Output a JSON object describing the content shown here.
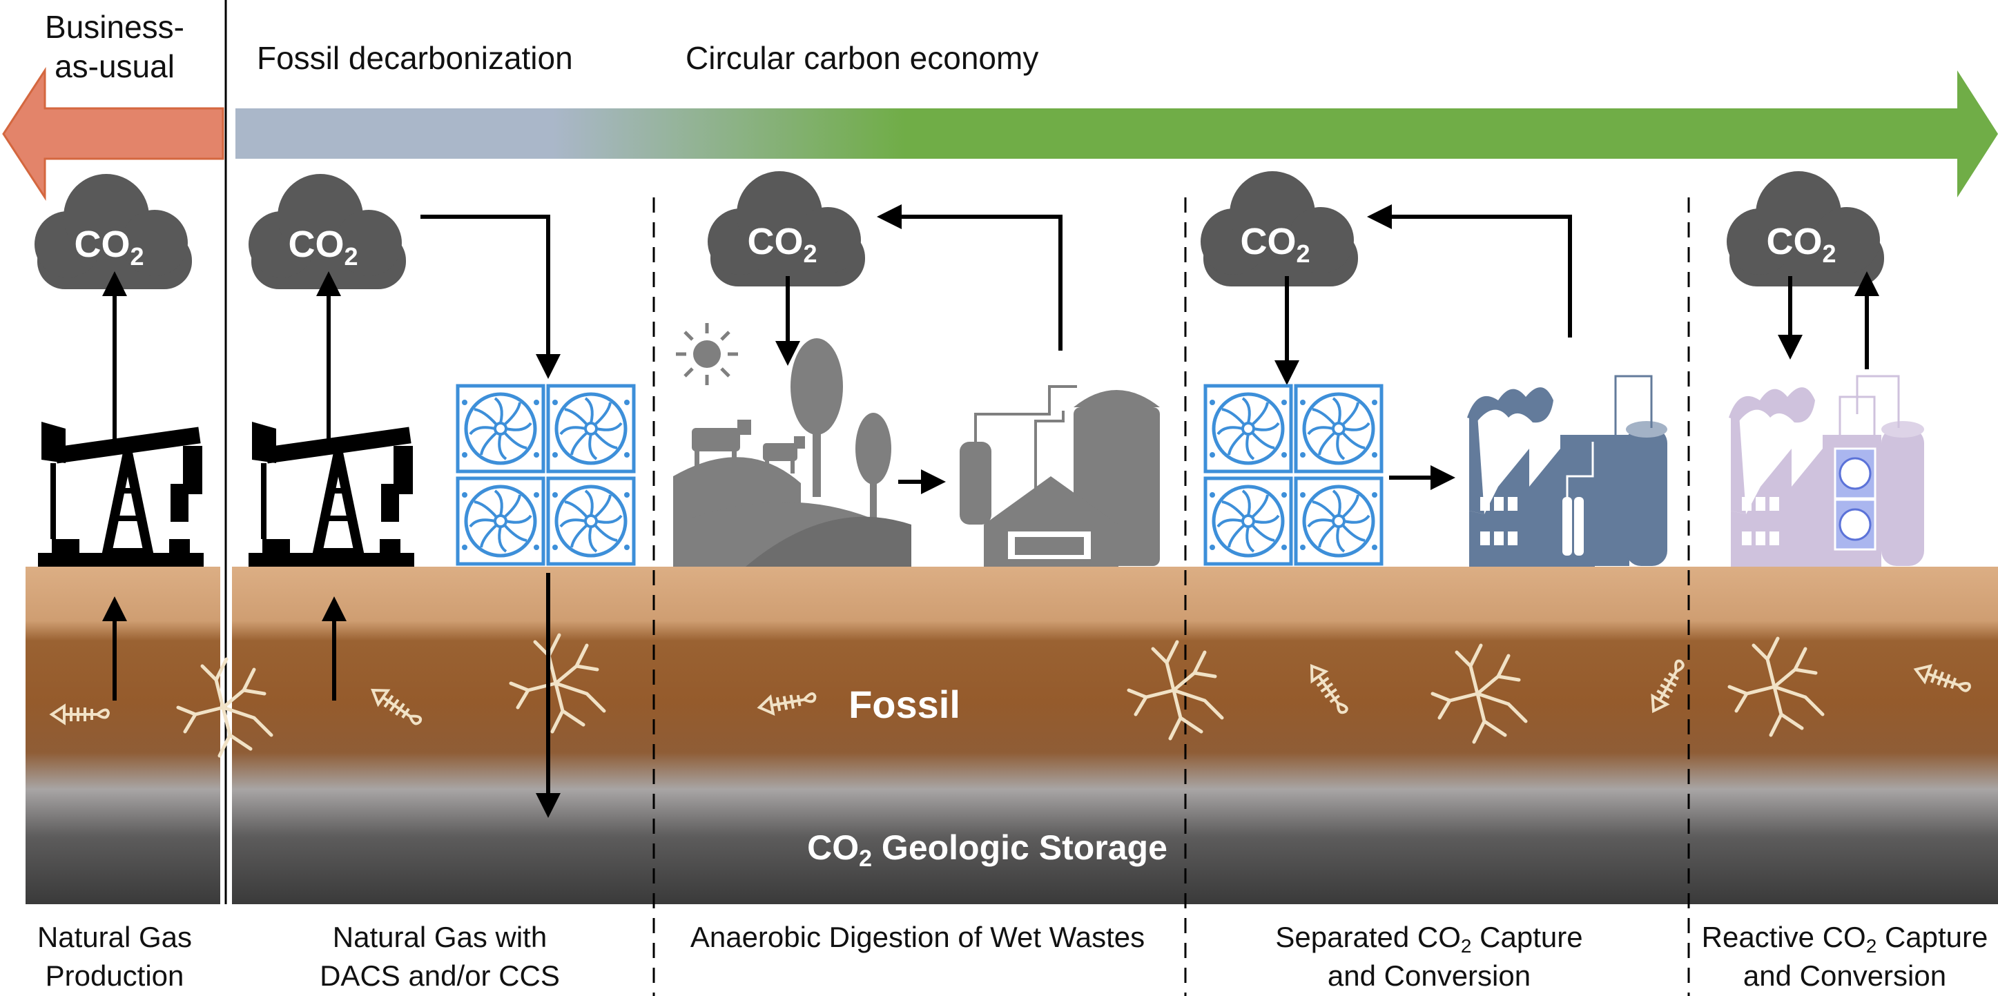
{
  "header": {
    "business_as_usual_line1": "Business-",
    "business_as_usual_line2": "as-usual",
    "fossil_decarbonization": "Fossil decarbonization",
    "circular_carbon_economy": "Circular carbon economy"
  },
  "colors": {
    "bau_arrow": "#e3846a",
    "decarb_start": "#aab7c9",
    "circular_end": "#70ad47",
    "cloud": "#595959",
    "fan_blue": "#3d8fd9",
    "factory_blue": "#637b9b",
    "factory_purple": "#cfc2dd",
    "tan": "#d6a87c",
    "brown": "#955b2c"
  },
  "cloud": {
    "main": "CO",
    "sub": "2"
  },
  "ground": {
    "fossil": "Fossil",
    "storage_main": "CO",
    "storage_sub": "2",
    "storage_rest": " Geologic Storage"
  },
  "columns": [
    {
      "line1": "Natural Gas",
      "line2": "Production"
    },
    {
      "line1": "Natural Gas with",
      "line2": "DACS and/or CCS"
    },
    {
      "line1": "Anaerobic Digestion of Wet Wastes"
    },
    {
      "line1_a": "Separated CO",
      "line1_sub": "2",
      "line1_b": " Capture",
      "line2": "and Conversion"
    },
    {
      "line1_a": "Reactive CO",
      "line1_sub": "2",
      "line1_b": " Capture",
      "line2": "and Conversion"
    }
  ]
}
